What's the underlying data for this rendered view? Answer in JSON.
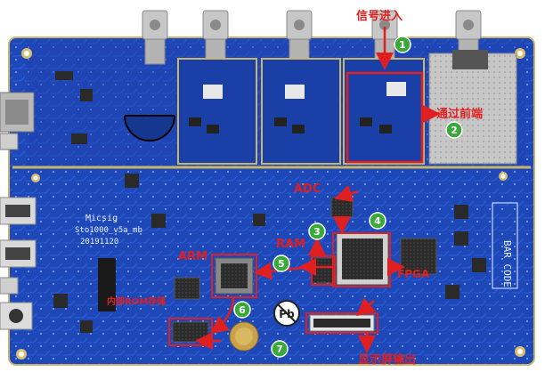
{
  "board": {
    "silkscreen": {
      "brand": "Micsig",
      "model": "Sto1000_v5a_mb",
      "date": "20191120",
      "barcode": "BAR CODE"
    }
  },
  "annotations": {
    "signal_in": "信号进入",
    "front_end": "通过前端",
    "adc": "ADC",
    "ram": "RAM",
    "arm": "ARM",
    "fpga": "FPGA",
    "internal_flash": "内部ROM存储",
    "display_out": "显示屏输出"
  },
  "steps": [
    "1",
    "2",
    "3",
    "4",
    "5",
    "6",
    "7"
  ],
  "colors": {
    "pcb": "#1e47b8",
    "pcb_dark": "#163a9c",
    "trace": "#2b5ad0",
    "shield": "#c9c9c9",
    "annotation": "#e02020",
    "step_circle": "#3aa93a"
  }
}
